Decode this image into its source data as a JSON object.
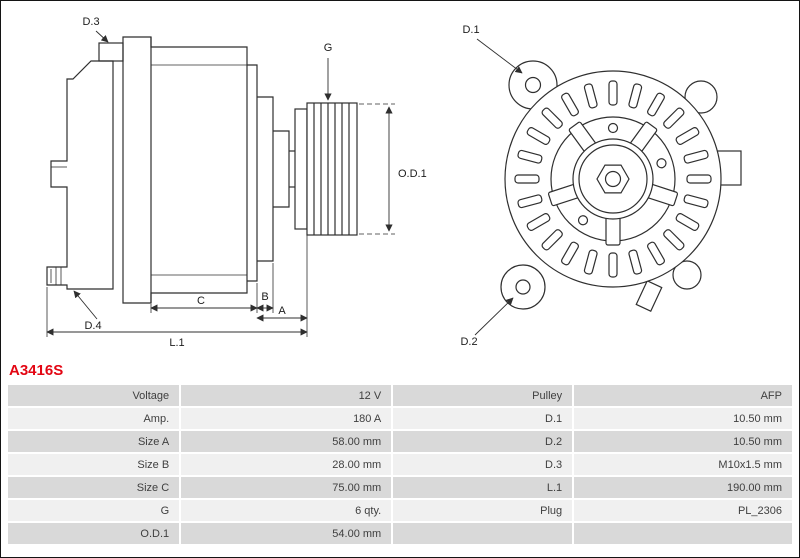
{
  "part_number": "A3416S",
  "colors": {
    "part_number_red": "#e30613",
    "row_dark": "#d9d9d9",
    "row_light": "#f0f0f0",
    "line": "#2f2f2f"
  },
  "diagram": {
    "labels": {
      "d1": "D.1",
      "d2": "D.2",
      "d3": "D.3",
      "d4": "D.4",
      "g": "G",
      "od1": "O.D.1",
      "a": "A",
      "b": "B",
      "c": "C",
      "l1": "L.1"
    }
  },
  "table": {
    "rows": [
      {
        "label_left": "Voltage",
        "value_left": "12 V",
        "label_right": "Pulley",
        "value_right": "AFP"
      },
      {
        "label_left": "Amp.",
        "value_left": "180 A",
        "label_right": "D.1",
        "value_right": "10.50 mm"
      },
      {
        "label_left": "Size A",
        "value_left": "58.00 mm",
        "label_right": "D.2",
        "value_right": "10.50 mm"
      },
      {
        "label_left": "Size B",
        "value_left": "28.00 mm",
        "label_right": "D.3",
        "value_right": "M10x1.5 mm"
      },
      {
        "label_left": "Size C",
        "value_left": "75.00 mm",
        "label_right": "L.1",
        "value_right": "190.00 mm"
      },
      {
        "label_left": "G",
        "value_left": "6 qty.",
        "label_right": "Plug",
        "value_right": "PL_2306"
      },
      {
        "label_left": "O.D.1",
        "value_left": "54.00 mm",
        "label_right": "",
        "value_right": ""
      }
    ]
  }
}
